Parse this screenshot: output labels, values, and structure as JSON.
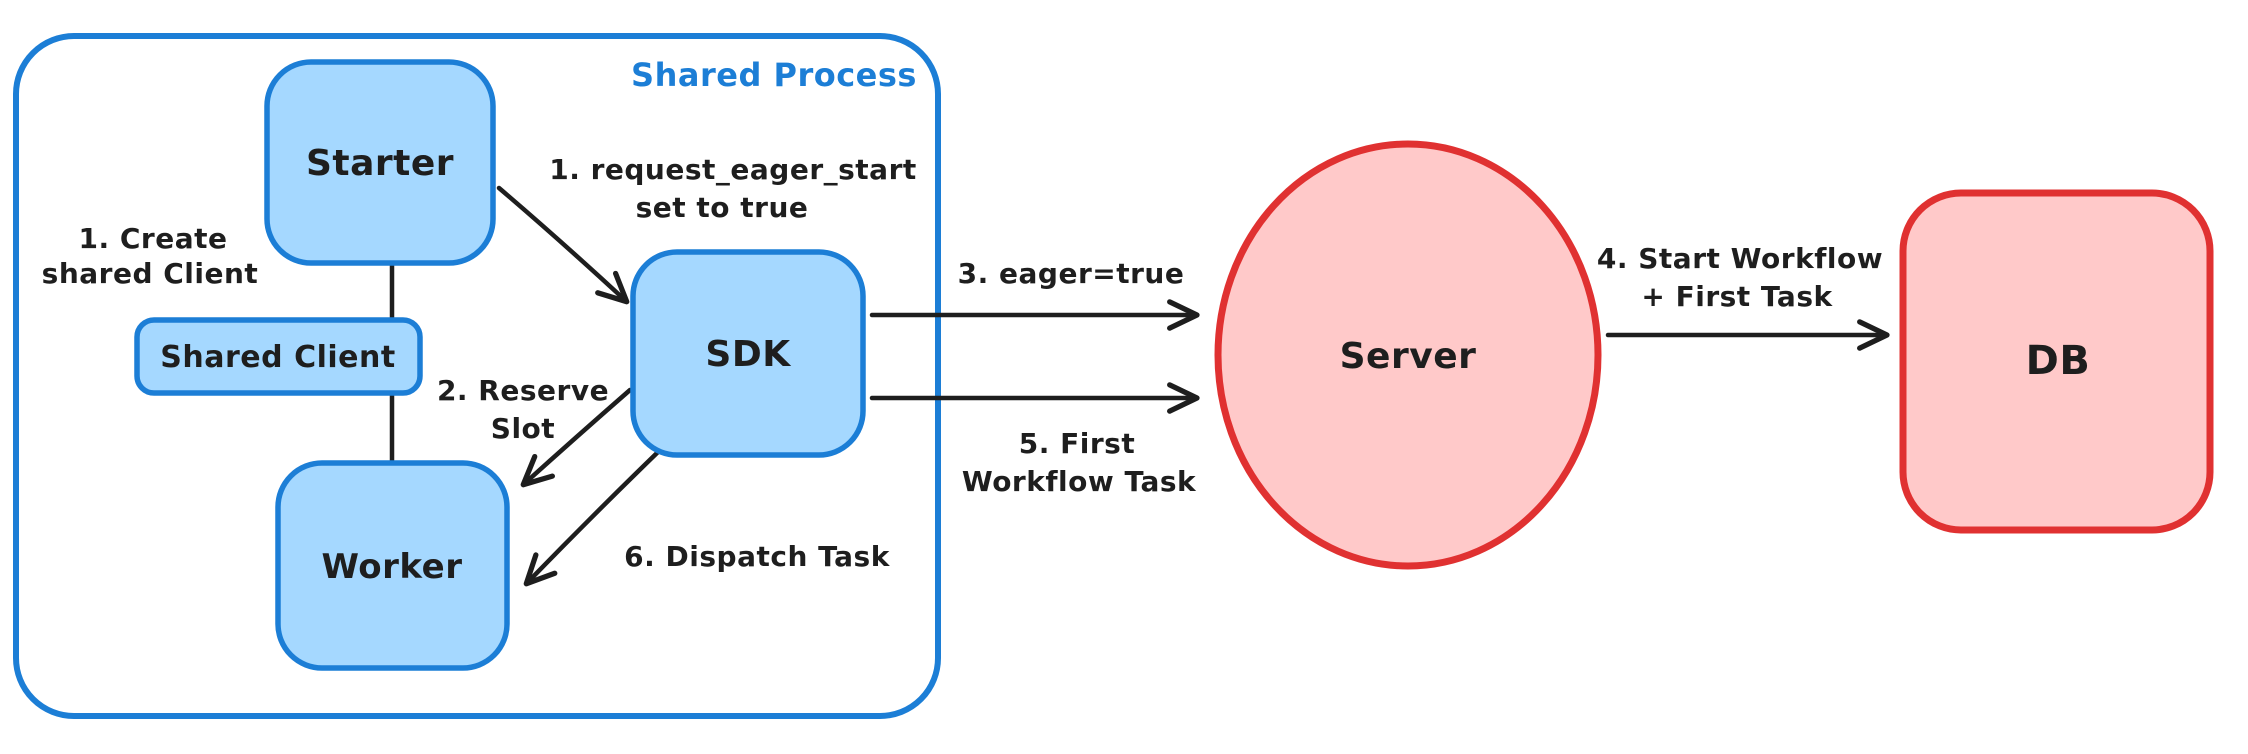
{
  "container": {
    "label": "Shared Process"
  },
  "nodes": {
    "starter": {
      "label": "Starter"
    },
    "shared_client": {
      "label": "Shared Client"
    },
    "worker": {
      "label": "Worker"
    },
    "sdk": {
      "label": "SDK"
    },
    "server": {
      "label": "Server"
    },
    "db": {
      "label": "DB"
    }
  },
  "labels": {
    "create_shared_client": {
      "line1": "1. Create",
      "line2": "shared Client"
    },
    "request_eager_start": {
      "line1": "1. request_eager_start",
      "line2": "set to true"
    },
    "reserve_slot": {
      "line1": "2. Reserve",
      "line2": "Slot"
    },
    "eager_true": {
      "text": "3. eager=true"
    },
    "start_workflow": {
      "line1": "4. Start Workflow",
      "line2": "+ First Task"
    },
    "first_workflow_task": {
      "line1": "5. First",
      "line2": "Workflow Task"
    },
    "dispatch_task": {
      "text": "6. Dispatch Task"
    }
  },
  "colors": {
    "blue_stroke": "#1c7ed6",
    "blue_fill": "#a5d8ff",
    "red_stroke": "#e03131",
    "red_fill": "#ffc9c9",
    "text": "#1e1e1e",
    "background": "#ffffff"
  }
}
